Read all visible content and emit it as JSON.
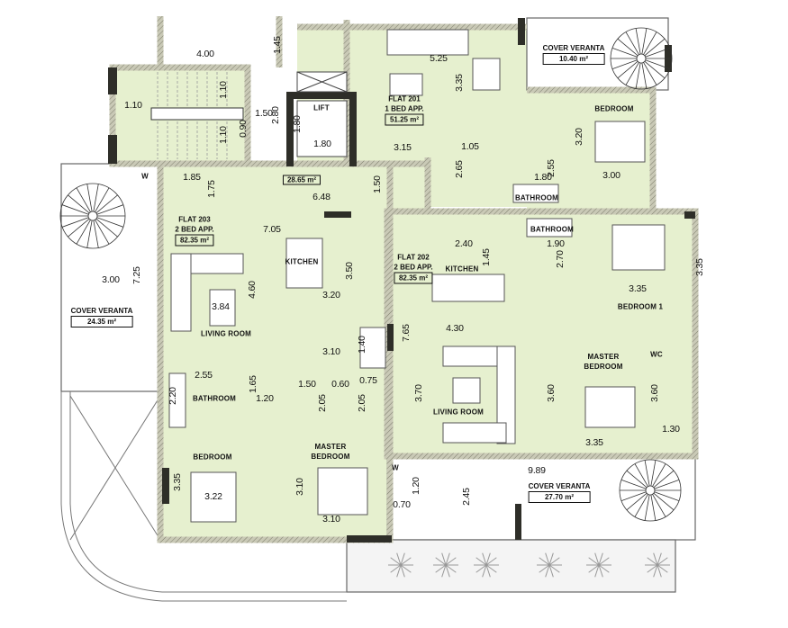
{
  "flats": [
    {
      "name": "FLAT 201",
      "type": "1 BED APP.",
      "area": "51.25 m²"
    },
    {
      "name": "FLAT 202",
      "type": "2 BED APP.",
      "area": "82.35 m²"
    },
    {
      "name": "FLAT 203",
      "type": "2 BED APP.",
      "area": "82.35 m²"
    }
  ],
  "common": {
    "area": "28.65 m²",
    "lift": "LIFT"
  },
  "verandas": [
    {
      "label": "COVER VERANTA",
      "area": "10.40 m²"
    },
    {
      "label": "COVER VERANTA",
      "area": "24.35 m²"
    },
    {
      "label": "COVER VERANTA",
      "area": "27.70 m²"
    }
  ],
  "rooms": [
    "BEDROOM",
    "BATHROOM",
    "BATHROOM",
    "KITCHEN",
    "KITCHEN",
    "BEDROOM 1",
    "LIVING ROOM",
    "MASTER\nBEDROOM",
    "BATHROOM",
    "LIVING ROOM",
    "BEDROOM",
    "MASTER\nBEDROOM",
    "WC",
    "W",
    "W"
  ],
  "dimensions": [
    "4.00",
    "1.45",
    "1.10",
    "1.10",
    "1.50",
    "2.80",
    "0.90",
    "1.10",
    "1.80",
    "1.80",
    "5.25",
    "3.35",
    "3.15",
    "1.05",
    "2.65",
    "1.80",
    "2.55",
    "3.20",
    "3.00",
    "1.85",
    "1.75",
    "6.48",
    "1.50",
    "7.05",
    "2.40",
    "1.45",
    "1.90",
    "2.70",
    "3.35",
    "3.35",
    "3.00",
    "7.25",
    "4.60",
    "3.50",
    "3.20",
    "4.30",
    "7.65",
    "3.10",
    "1.40",
    "2.55",
    "1.65",
    "1.50",
    "0.60",
    "0.75",
    "2.20",
    "1.20",
    "2.05",
    "2.05",
    "3.70",
    "3.60",
    "3.60",
    "1.30",
    "3.35",
    "9.89",
    "1.20",
    "2.45",
    "0.70",
    "3.35",
    "3.22",
    "3.10",
    "3.10",
    "3.84"
  ],
  "colors": {
    "floor": "#e6f0cf",
    "wall": "#3a3a32",
    "wall_hatch": "#8c8c7a"
  }
}
